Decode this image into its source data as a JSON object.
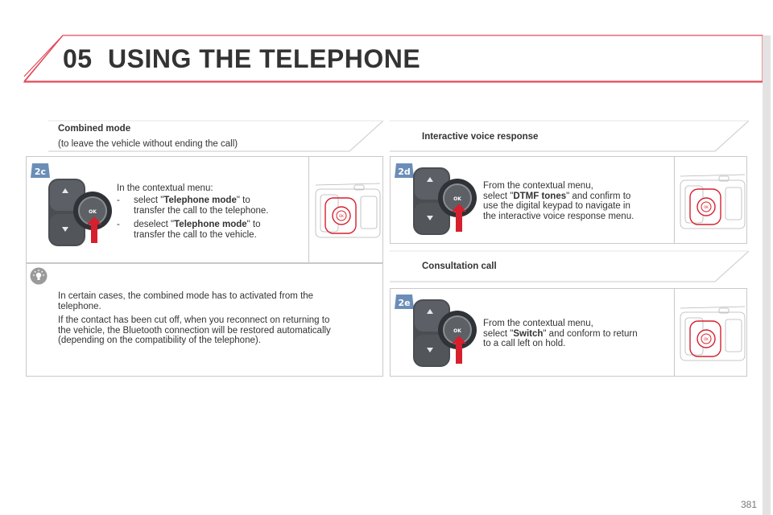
{
  "header": {
    "chapter_number": "05",
    "title": "USING THE TELEPHONE"
  },
  "combined_mode": {
    "title": "Combined mode",
    "subtitle": "(to leave the vehicle without ending the call)",
    "badge": "2c",
    "intro": "In the contextual menu:",
    "bullet1_prefix": "select \"",
    "bullet1_bold": "Telephone mode",
    "bullet1_suffix": "\" to",
    "bullet1_line2": "transfer the call to the telephone.",
    "bullet2_prefix": "deselect \"",
    "bullet2_bold": "Telephone mode",
    "bullet2_suffix": "\" to",
    "bullet2_line2": "transfer the call to the vehicle.",
    "dash": "-"
  },
  "note": {
    "icon": "lightbulb-icon",
    "para1_line1": "In certain cases, the combined mode has to activated from the",
    "para1_line2": "telephone.",
    "para2_line1": "If the contact has been cut off, when you reconnect on returning to",
    "para2_line2": "the vehicle, the Bluetooth connection will be restored automatically",
    "para2_line3": "(depending on the compatibility of the telephone)."
  },
  "ivr": {
    "title": "Interactive voice response",
    "badge": "2d",
    "line1": "From the contextual menu,",
    "line2_prefix": "select \"",
    "line2_bold": "DTMF tones",
    "line2_suffix": "\" and confirm to",
    "line3": "use the digital keypad to navigate in",
    "line4": "the interactive voice response menu."
  },
  "consultation": {
    "title": "Consultation call",
    "badge": "2e",
    "line1": "From the contextual menu,",
    "line2_prefix": "select \"",
    "line2_bold": "Switch",
    "line2_suffix": "\" and conform to return",
    "line3": "to a call left on hold."
  },
  "control": {
    "ok_label": "OK"
  },
  "page_number": "381",
  "colors": {
    "accent_red": "#d6202e",
    "badge_blue": "#6b8eb8",
    "note_gray": "#9a9a9a"
  }
}
